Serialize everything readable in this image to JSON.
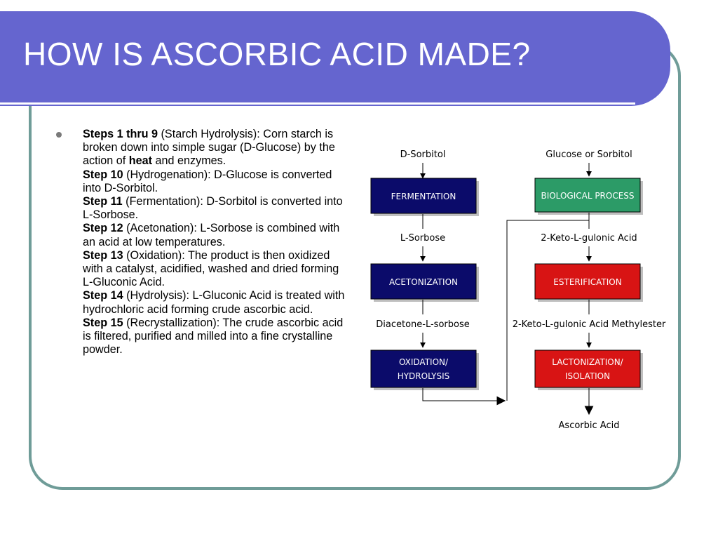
{
  "title": "HOW IS ASCORBIC ACID MADE?",
  "steps": [
    {
      "label": "Steps 1 thru 9",
      "text": " (Starch Hydrolysis): Corn starch is broken down into simple sugar (D-Glucose) by the action of ",
      "bold2": "heat",
      "text2": " and enzymes."
    },
    {
      "label": "Step 10",
      "text": " (Hydrogenation): D-Glucose is converted into D-Sorbitol."
    },
    {
      "label": "Step 11",
      "text": " (Fermentation): D-Sorbitol is converted into L-Sorbose."
    },
    {
      "label": "Step 12",
      "text": " (Acetonation):  L-Sorbose is combined with an acid at low temperatures."
    },
    {
      "label": "Step 13",
      "text": " (Oxidation): The product is then oxidized with a catalyst, acidified, washed and dried forming L-Gluconic Acid."
    },
    {
      "label": "Step 14",
      "text": " (Hydrolysis): L-Gluconic Acid is treated with hydrochloric acid forming crude ascorbic acid."
    },
    {
      "label": "Step 15",
      "text": " (Recrystallization): The crude ascorbic acid is filtered, purified and milled into a fine crystalline powder."
    }
  ],
  "diagram": {
    "left": {
      "input": "D-Sorbitol",
      "box1": "FERMENTATION",
      "mid1": "L-Sorbose",
      "box2": "ACETONIZATION",
      "mid2": "Diacetone-L-sorbose",
      "box3_line1": "OXIDATION/",
      "box3_line2": "HYDROLYSIS"
    },
    "right": {
      "input": "Glucose or Sorbitol",
      "box1": "BIOLOGICAL PROCESS",
      "mid1": "2-Keto-L-gulonic Acid",
      "box2": "ESTERIFICATION",
      "mid2": "2-Keto-L-gulonic Acid  Methylester",
      "box3_line1": "LACTONIZATION/",
      "box3_line2": "ISOLATION",
      "output": "Ascorbic Acid"
    },
    "colors": {
      "left_boxes": "#0b0b6a",
      "biological": "#2c9b67",
      "red_boxes": "#d81414"
    }
  }
}
